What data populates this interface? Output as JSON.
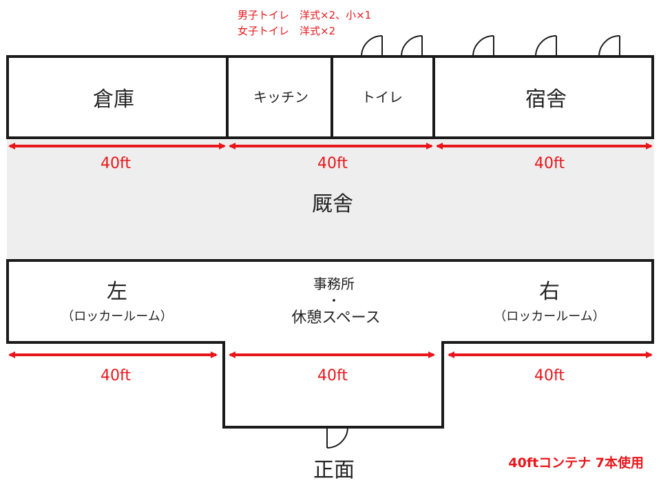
{
  "toilet_note": {
    "men": "男子トイレ　洋式×2、小×1",
    "women": "女子トイレ　洋式×2"
  },
  "rooms": {
    "warehouse": "倉庫",
    "kitchen": "キッチン",
    "toilet": "トイレ",
    "dormitory": "宿舎",
    "stable": "厩舎",
    "left_title": "左",
    "left_sub": "（ロッカールーム）",
    "office_line1": "事務所",
    "office_dot": "・",
    "office_line2": "休憩スペース",
    "right_title": "右",
    "right_sub": "（ロッカールーム）",
    "front": "正面"
  },
  "dimensions": {
    "top_left": "40ft",
    "top_middle": "40ft",
    "top_right": "40ft",
    "bottom_left": "40ft",
    "bottom_middle": "40ft",
    "bottom_right": "40ft"
  },
  "footnote": "40ftコンテナ 7本使用",
  "colors": {
    "wall": "#1a1a1a",
    "dimension": "#e8161b",
    "stable_fill": "#eeeeee"
  }
}
